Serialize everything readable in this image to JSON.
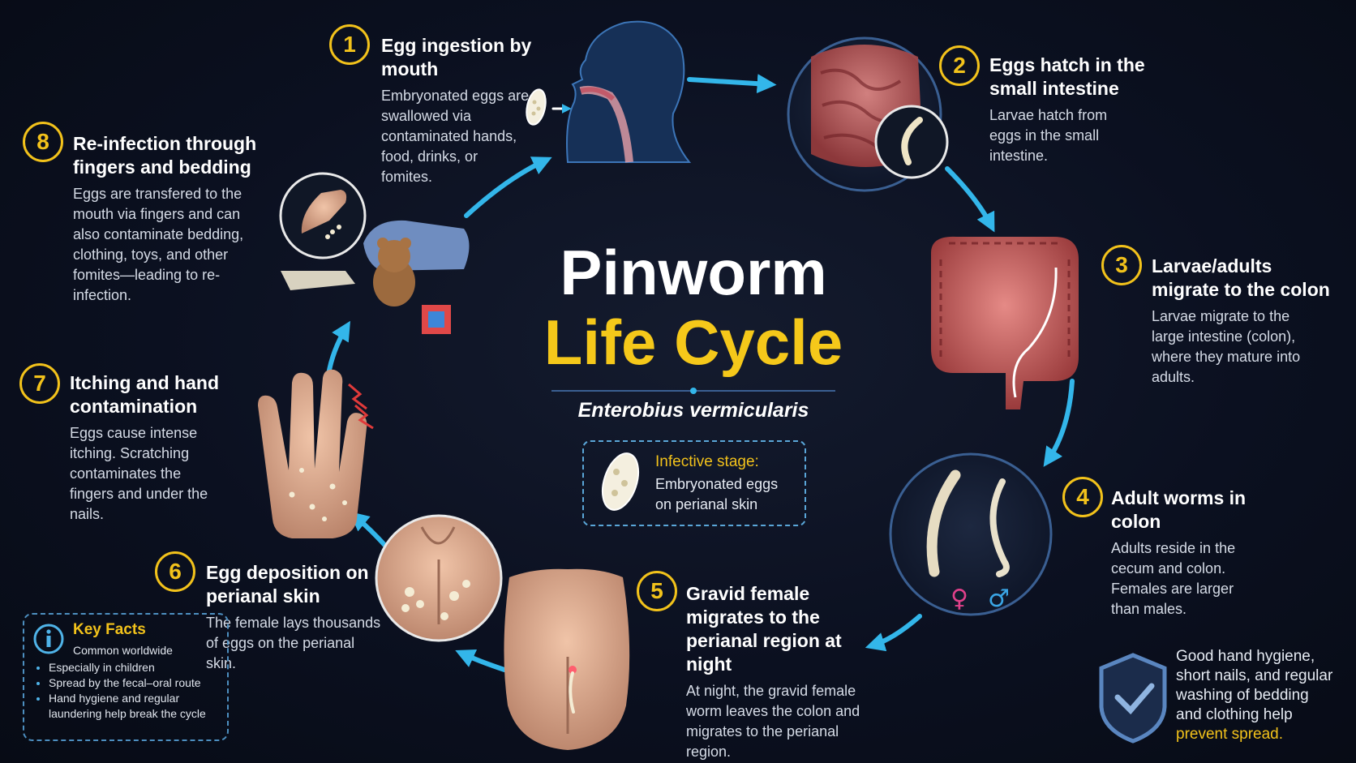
{
  "title": {
    "line1": "Pinworm",
    "line2": "Life Cycle",
    "subtitle": "Enterobius vermicularis"
  },
  "infective": {
    "label": "Infective stage:",
    "text": "Embryonated eggs on perianal skin"
  },
  "steps": [
    {
      "number": "1",
      "title": "Egg ingestion by mouth",
      "text": "Embryonated eggs are swallowed via contaminated hands, food, drinks, or fomites."
    },
    {
      "number": "2",
      "title": "Eggs hatch in the small intestine",
      "text": "Larvae hatch from eggs in the small intestine."
    },
    {
      "number": "3",
      "title": "Larvae/adults migrate to the colon",
      "text": "Larvae migrate to the large intestine (colon), where they mature into adults."
    },
    {
      "number": "4",
      "title": "Adult worms in colon",
      "text": "Adults reside in the cecum and colon. Females are larger than males."
    },
    {
      "number": "5",
      "title": "Gravid female migrates to the perianal region at night",
      "text": "At night, the gravid female worm leaves the colon and migrates to the perianal region."
    },
    {
      "number": "6",
      "title": "Egg deposition on perianal skin",
      "text": "The female lays thousands of eggs on the perianal skin."
    },
    {
      "number": "7",
      "title": "Itching and hand contamination",
      "text": "Eggs cause intense itching. Scratching contaminates the fingers and under the nails."
    },
    {
      "number": "8",
      "title": "Re-infection through fingers and bedding",
      "text": "Eggs are transfered to the mouth via fingers and can also contaminate bedding, clothing, toys, and other fomites—leading to re-infection."
    }
  ],
  "key_facts": {
    "title": "Key Facts",
    "lead": "Common worldwide",
    "items": [
      "Especially in children",
      "Spread by the fecal–oral route",
      "Hand hygiene and regular laundering help break the cycle"
    ]
  },
  "prevention": {
    "text": "Good hand hygiene, short nails, and regular washing of bedding and clothing help",
    "highlight": "prevent spread."
  },
  "symbols": {
    "female": "♀",
    "male": "♂"
  },
  "colors": {
    "accent": "#f2c21b",
    "arrow": "#33b6ea",
    "background": "#0a0f1c",
    "female": "#e0408a",
    "male": "#3aa6e6"
  },
  "icons": [
    "head-profile-icon",
    "small-intestine-icon",
    "large-intestine-icon",
    "worms-icon",
    "buttocks-icon",
    "perianal-eggs-icon",
    "hand-icon",
    "bedding-toys-icon",
    "egg-icon",
    "shield-check-icon",
    "info-icon"
  ]
}
